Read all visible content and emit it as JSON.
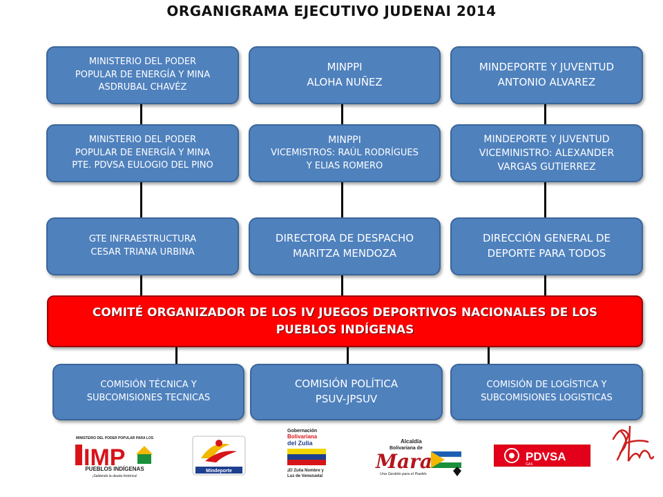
{
  "title": "ORGANIGRAMA EJECUTIVO JUDENAI 2014",
  "row1": [
    {
      "lines": [
        "MINISTERIO DEL PODER",
        "POPULAR DE ENERGÍA Y MINA",
        "ASDRUBAL CHAVÉZ"
      ]
    },
    {
      "lines": [
        "MINPPI",
        "ALOHA NUÑEZ"
      ]
    },
    {
      "lines": [
        "MINDEPORTE Y JUVENTUD",
        "ANTONIO ALVAREZ"
      ]
    }
  ],
  "row2": [
    {
      "lines": [
        "MINISTERIO DEL PODER",
        "POPULAR DE ENERGÍA Y MINA",
        "PTE. PDVSA EULOGIO DEL PINO"
      ]
    },
    {
      "lines": [
        "MINPPI",
        "VICEMISTROS: RAÚL RODRÍGUES",
        "Y ELIAS ROMERO"
      ]
    },
    {
      "lines": [
        "MINDEPORTE Y JUVENTUD",
        "VICEMINISTRO: ALEXANDER",
        "VARGAS GUTIERREZ"
      ]
    }
  ],
  "row3": [
    {
      "lines": [
        "GTE INFRAESTRUCTURA",
        "CESAR TRIANA URBINA"
      ]
    },
    {
      "lines": [
        "DIRECTORA DE DESPACHO",
        "MARITZA MENDOZA"
      ]
    },
    {
      "lines": [
        "DIRECCIÓN GENERAL DE",
        "DEPORTE PARA TODOS"
      ]
    }
  ],
  "committee": {
    "lines": [
      "COMITÉ ORGANIZADOR DE LOS IV JUEGOS DEPORTIVOS NACIONALES DE LOS",
      "PUEBLOS INDÍGENAS"
    ]
  },
  "row4": [
    {
      "lines": [
        "COMISIÓN TÉCNICA Y",
        "SUBCOMISIONES TECNICAS"
      ]
    },
    {
      "lines": [
        "COMISIÓN POLÍTICA",
        "PSUV-JPSUV"
      ]
    },
    {
      "lines": [
        "COMISIÓN DE LOGÍSTICA Y",
        "SUBCOMISIONES LOGISTICAS"
      ]
    }
  ],
  "logos": {
    "ministerio": "MINISTERIO DEL PODER POPULAR PARA LOS",
    "imp": "IMP",
    "pueblos": "PUEBLOS INDÍGENAS",
    "saldando": "¡Saldando la deuda histórica!",
    "mindeporte": "Mindeporte",
    "gob1": "Gobernación",
    "gob2": "Bolivariana",
    "gob3": "del Zulia",
    "gob4": "¡El Zulia Nombre y",
    "gob5": "Luz de Venezuela!",
    "alc1": "Alcaldía",
    "alc2": "Bolivariana de",
    "alc3": "Mara",
    "alc4": "Una Gestión para el Pueblo",
    "pdvsa": "PDVSA",
    "gas": "GAS"
  },
  "colors": {
    "box": "#4f81bd",
    "committee": "#ff0000"
  }
}
